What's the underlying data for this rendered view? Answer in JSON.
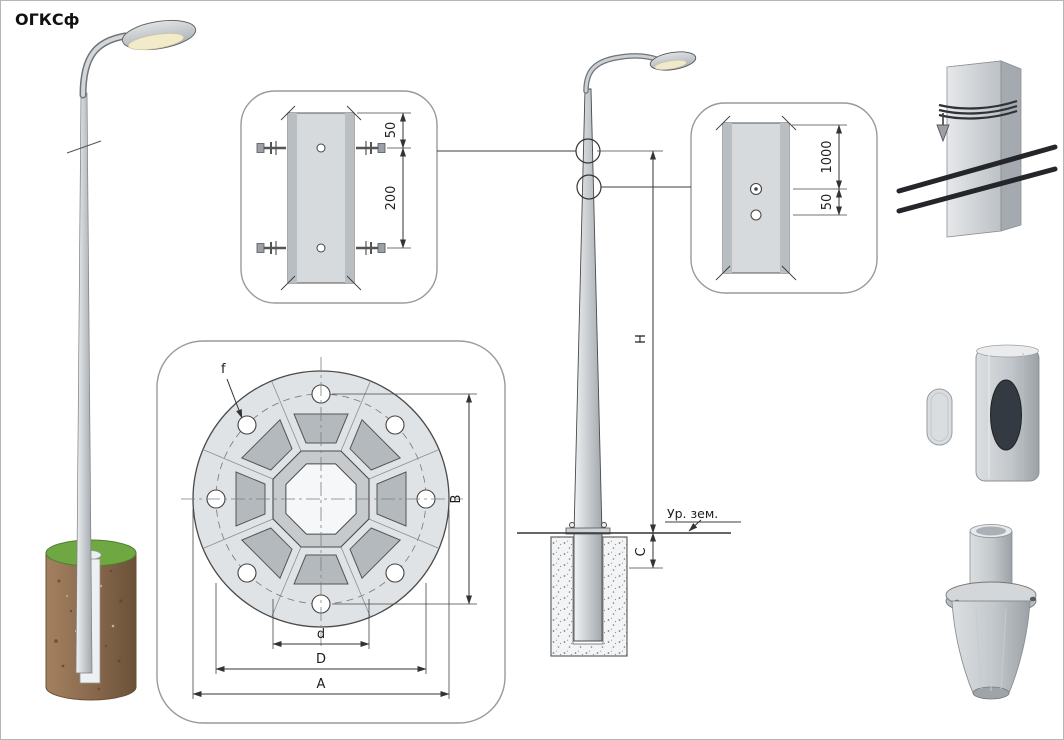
{
  "title": "ОГКСф",
  "top_detail": {
    "dim_offset": "50",
    "dim_spacing": "200"
  },
  "side_detail": {
    "dim_spacing": "1000",
    "dim_offset": "50"
  },
  "flange_detail": {
    "hole_label": "f",
    "dim_width": "B",
    "dim_inner": "d",
    "dim_bolt_circle": "D",
    "dim_outer": "A"
  },
  "elevation": {
    "dim_height": "H",
    "dim_embed": "C",
    "ground_label": "Ур. зем."
  },
  "colors": {
    "grass": "#6fa743",
    "soil": "#8a6a4e",
    "metal_light": "#eef0f2",
    "metal_dark": "#9fa5aa",
    "line": "#3a3a3a"
  }
}
